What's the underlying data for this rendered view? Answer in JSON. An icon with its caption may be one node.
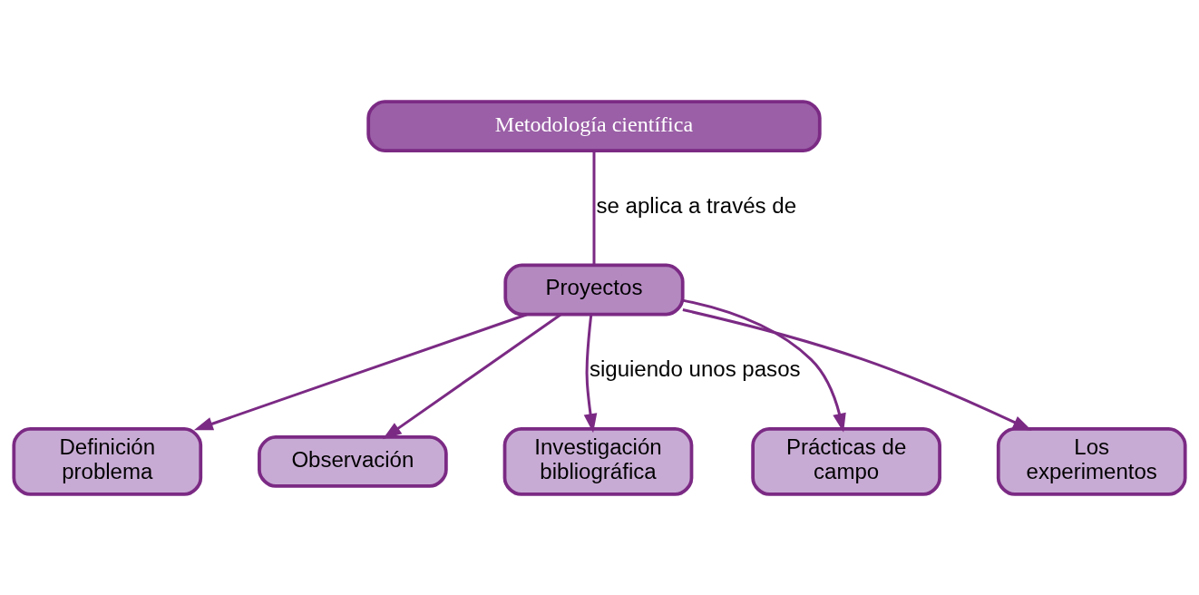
{
  "diagram": {
    "nodes": [
      {
        "text": [
          "Metodología científica"
        ]
      },
      {
        "text": [
          "Proyectos"
        ]
      },
      {
        "text": [
          "Definición problema"
        ]
      },
      {
        "text": [
          "Observación"
        ]
      },
      {
        "text": [
          "Investigación bibliográfica"
        ]
      },
      {
        "text": [
          "Prácticas de campo"
        ]
      },
      {
        "text": [
          "Los experimentos"
        ]
      }
    ],
    "edges": [
      {
        "from": 0,
        "to": 1,
        "arrow": "none",
        "label": "se aplica a través de"
      },
      {
        "from": 1,
        "to": 2,
        "arrow": "to"
      },
      {
        "from": 1,
        "to": 3,
        "arrow": "to"
      },
      {
        "from": 1,
        "to": 4,
        "arrow": "to",
        "label": "siguiendo unos pasos"
      },
      {
        "from": 1,
        "to": 5,
        "arrow": "to"
      },
      {
        "from": 1,
        "to": 6,
        "arrow": "to"
      }
    ]
  }
}
